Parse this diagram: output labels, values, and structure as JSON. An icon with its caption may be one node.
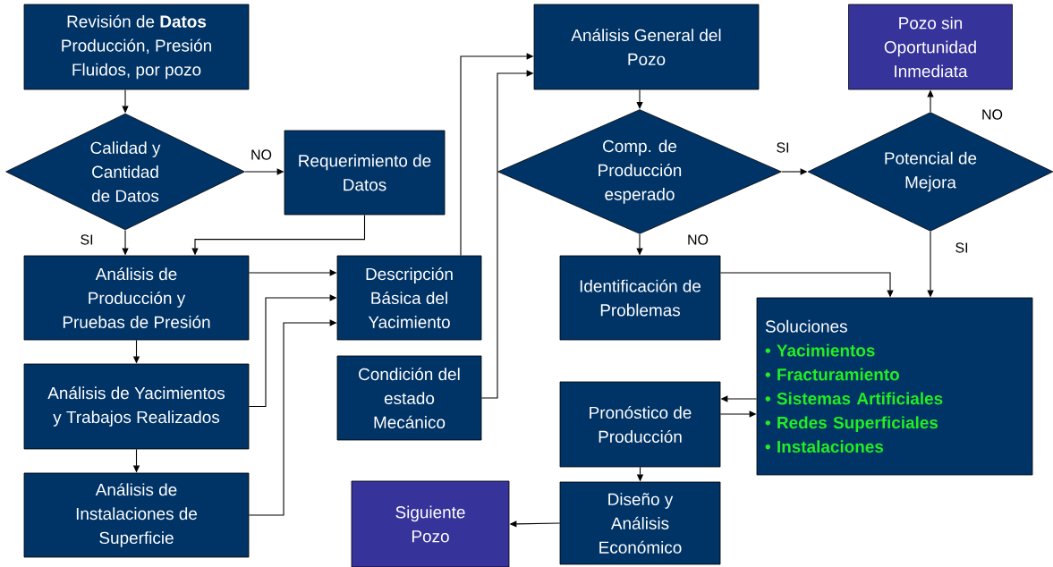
{
  "diagram": {
    "nodes": [
      {
        "text": [
          "Revisión de **Datos** Producción, Presión Fluidos, por pozo"
        ]
      },
      {
        "text": [
          "Calidad y Cantidad de Datos"
        ]
      },
      {
        "text": [
          "Requerimiento de Datos"
        ]
      },
      {
        "text": [
          "Análisis de Producción y Pruebas de Presión"
        ]
      },
      {
        "text": [
          "Análisis de Yacimientos y Trabajos Realizados"
        ]
      },
      {
        "text": [
          "Análisis de Instalaciones de Superficie"
        ]
      },
      {
        "text": [
          "Descripción Básica del Yacimiento"
        ]
      },
      {
        "text": [
          "Condición del estado Mecánico"
        ]
      },
      {
        "text": [
          "Análisis General del Pozo"
        ]
      },
      {
        "text": [
          "Comp. de Producción esperado"
        ]
      },
      {
        "text": [
          "Pozo sin Oportunidad Inmediata"
        ]
      },
      {
        "text": [
          "Potencial de Mejora"
        ]
      },
      {
        "text": [
          "Identificación de Problemas"
        ]
      },
      {
        "text": [
          "Soluciones",
          "• Yacimientos",
          "• Fracturamiento",
          "• Sistemas Artificiales",
          "• Redes Superficiales",
          "• Instalaciones"
        ]
      },
      {
        "text": [
          "Pronóstico de Producción"
        ]
      },
      {
        "text": [
          "Diseño y Análisis Económico"
        ]
      },
      {
        "text": [
          "Siguiente Pozo"
        ]
      }
    ],
    "edges": [
      {
        "from": 0,
        "to": 1,
        "arrow": "to"
      },
      {
        "from": 1,
        "to": 2,
        "arrow": "to",
        "label": "NO"
      },
      {
        "from": 1,
        "to": 3,
        "arrow": "to",
        "label": "SI"
      },
      {
        "from": 2,
        "to": 3,
        "arrow": "to"
      },
      {
        "from": 3,
        "to": 4,
        "arrow": "to"
      },
      {
        "from": 4,
        "to": 5,
        "arrow": "to"
      },
      {
        "from": 3,
        "to": 6,
        "arrow": "to"
      },
      {
        "from": 4,
        "to": 6,
        "arrow": "to"
      },
      {
        "from": 5,
        "to": 6,
        "arrow": "to"
      },
      {
        "from": 6,
        "to": 8,
        "arrow": "to"
      },
      {
        "from": 7,
        "to": 8,
        "arrow": "to"
      },
      {
        "from": 8,
        "to": 9,
        "arrow": "to"
      },
      {
        "from": 9,
        "to": 11,
        "arrow": "to",
        "label": "SI"
      },
      {
        "from": 11,
        "to": 10,
        "arrow": "to",
        "label": "NO"
      },
      {
        "from": 9,
        "to": 12,
        "arrow": "to",
        "label": "NO"
      },
      {
        "from": 11,
        "to": 13,
        "arrow": "to",
        "label": "SI"
      },
      {
        "from": 12,
        "to": 13,
        "arrow": "to"
      },
      {
        "from": 13,
        "to": 14,
        "arrow": "to"
      },
      {
        "from": 14,
        "to": 13,
        "arrow": "to"
      },
      {
        "from": 14,
        "to": 15,
        "arrow": "to"
      },
      {
        "from": 15,
        "to": 16,
        "arrow": "to"
      }
    ]
  }
}
